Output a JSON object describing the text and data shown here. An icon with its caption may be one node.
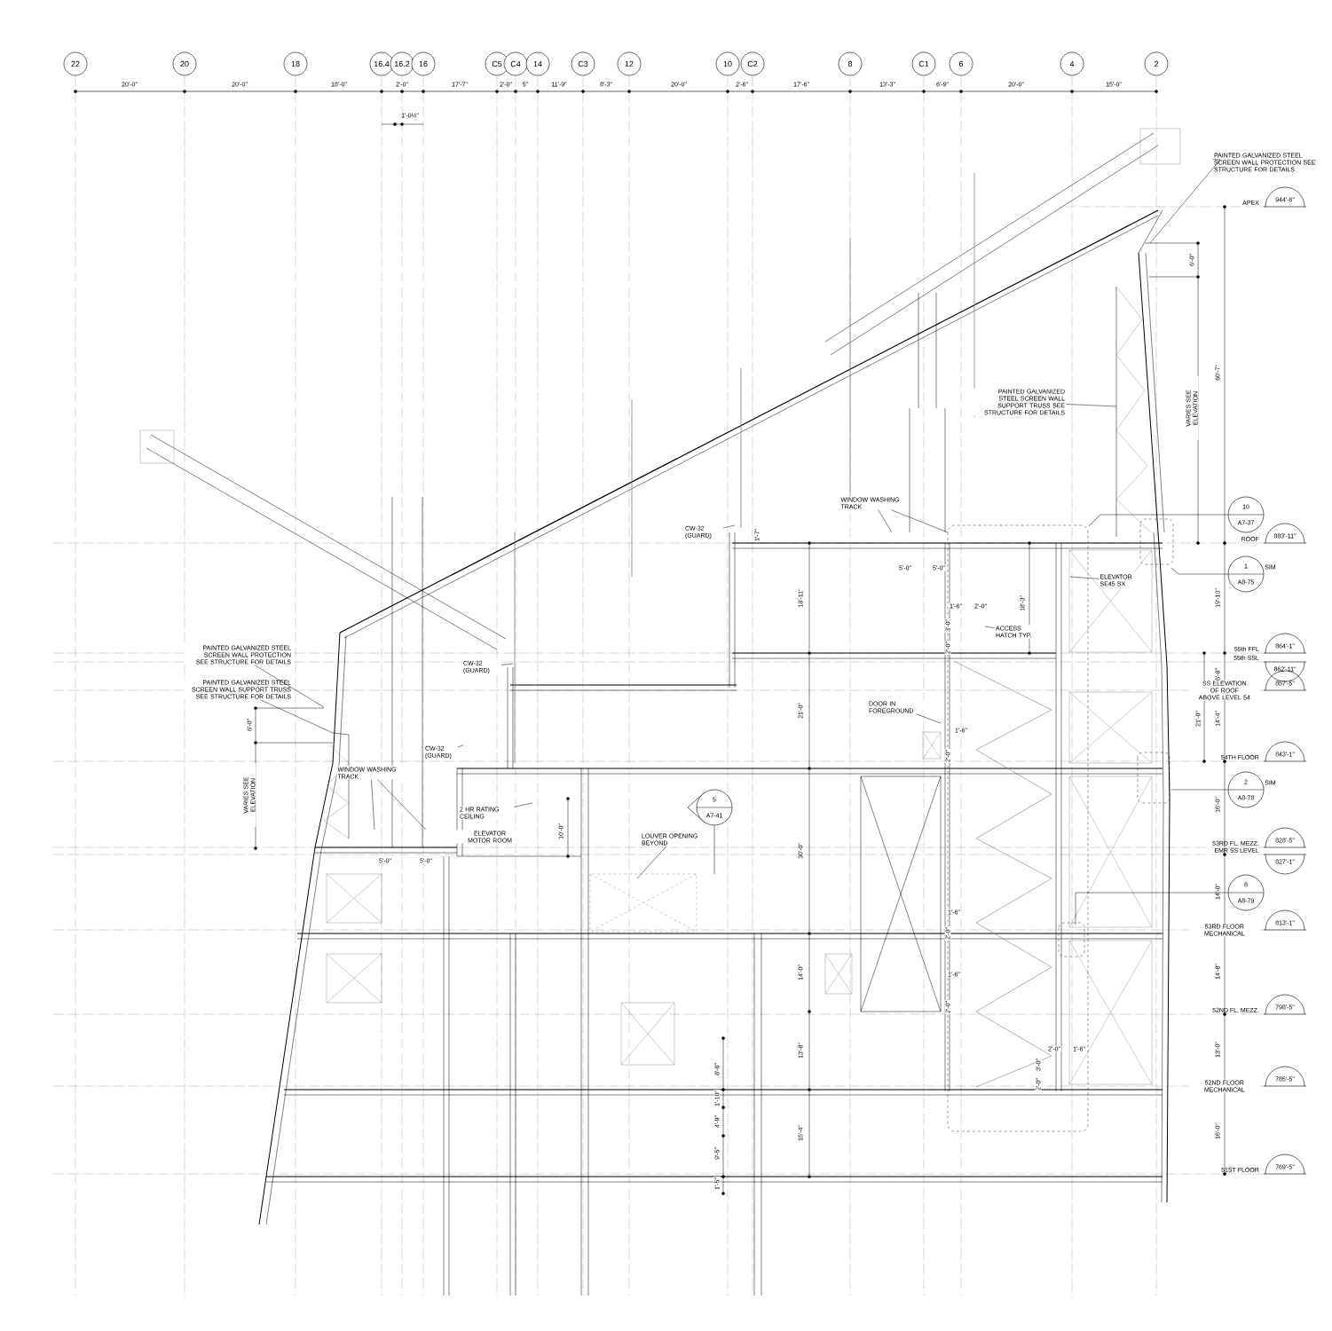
{
  "diagram": {
    "nodes": [
      {
        "text": [
          "22"
        ]
      },
      {
        "text": [
          "20"
        ]
      },
      {
        "text": [
          "18"
        ]
      },
      {
        "text": [
          "16.4"
        ]
      },
      {
        "text": [
          "16.2"
        ]
      },
      {
        "text": [
          "16"
        ]
      },
      {
        "text": [
          "C5"
        ]
      },
      {
        "text": [
          "C4"
        ]
      },
      {
        "text": [
          "14"
        ]
      },
      {
        "text": [
          "C3"
        ]
      },
      {
        "text": [
          "12"
        ]
      },
      {
        "text": [
          "10"
        ]
      },
      {
        "text": [
          "C2"
        ]
      },
      {
        "text": [
          "8"
        ]
      },
      {
        "text": [
          "C1"
        ]
      },
      {
        "text": [
          "6"
        ]
      },
      {
        "text": [
          "4"
        ]
      },
      {
        "text": [
          "2"
        ]
      },
      {
        "text": [
          "944'-6\""
        ],
        "beside": [
          "APEX"
        ]
      },
      {
        "text": [
          "883'-11\""
        ],
        "beside": [
          "ROOF"
        ]
      },
      {
        "text": [
          "864'-1\""
        ],
        "beside": [
          "55th FFL"
        ]
      },
      {
        "text": [
          "862'-11\""
        ],
        "beside": [
          "55th SSL"
        ]
      },
      {
        "text": [
          "857'-5\""
        ],
        "beside": [
          "SS ELEVATION OF ROOF ABOVE LEVEL 54"
        ]
      },
      {
        "text": [
          "843'-1\""
        ],
        "beside": [
          "54TH FLOOR"
        ]
      },
      {
        "text": [
          "828'-5\""
        ],
        "beside": [
          "53RD FL. MEZZ."
        ]
      },
      {
        "text": [
          "827'-1\""
        ],
        "beside": [
          "EMR SS LEVEL"
        ]
      },
      {
        "text": [
          "813'-1\""
        ],
        "beside": [
          "53RD FLOOR MECHANICAL"
        ]
      },
      {
        "text": [
          "798'-5\""
        ],
        "beside": [
          "52ND FL. MEZZ."
        ]
      },
      {
        "text": [
          "785'-5\""
        ],
        "beside": [
          "52ND FLOOR MECHANICAL"
        ]
      },
      {
        "text": [
          "769'-5\""
        ],
        "beside": [
          "51ST FLOOR"
        ]
      },
      {
        "text": [
          "10",
          "A7-37"
        ]
      },
      {
        "text": [
          "1",
          "A8-75"
        ],
        "beside": [
          "SIM"
        ]
      },
      {
        "text": [
          "2",
          "A8-78"
        ],
        "beside": [
          "SIM"
        ]
      },
      {
        "text": [
          "8",
          "A8-79"
        ]
      },
      {
        "text": [
          "5",
          "A7-41"
        ]
      },
      {
        "text": [
          "PAINTED GALVANIZED STEEL SCREEN WALL PROTECTION SEE STRUCTURE FOR DETAILS"
        ]
      },
      {
        "text": [
          "PAINTED GALVANIZED STEEL SCREEN WALL SUPPORT TRUSS SEE STRUCTURE FOR DETAILS"
        ]
      },
      {
        "text": [
          "PAINTED GALVANIZED STEEL SCREEN WALL PROTECTION SEE STRUCTURE FOR DETAILS"
        ]
      },
      {
        "text": [
          "PAINTED GALVANIZED STEEL SCREEN WALL SUPPORT TRUSS SEE STRUCTURE FOR DETAILS"
        ]
      },
      {
        "text": [
          "WINDOW WASHING TRACK"
        ]
      },
      {
        "text": [
          "WINDOW WASHING TRACK"
        ]
      },
      {
        "text": [
          "CW-32 (GUARD)"
        ]
      },
      {
        "text": [
          "CW-32 (GUARD)"
        ]
      },
      {
        "text": [
          "CW-32 (GUARD)"
        ]
      },
      {
        "text": [
          "ELEVATOR SE45 SX"
        ]
      },
      {
        "text": [
          "ACCESS HATCH TYP."
        ]
      },
      {
        "text": [
          "DOOR IN FOREGROUND"
        ]
      },
      {
        "text": [
          "2 HR RATING CEILING"
        ]
      },
      {
        "text": [
          "LOUVER OPENING BEYOND"
        ]
      }
    ],
    "edges": [
      {
        "from": 30,
        "to": null,
        "arrow": "none"
      },
      {
        "from": 31,
        "to": null,
        "arrow": "none"
      },
      {
        "from": 32,
        "to": null,
        "arrow": "none"
      },
      {
        "from": 33,
        "to": null,
        "arrow": "none"
      },
      {
        "from": 34,
        "to": null,
        "arrow": "none"
      },
      {
        "from": 35,
        "to": null,
        "arrow": "none"
      },
      {
        "from": 36,
        "to": null,
        "arrow": "none"
      },
      {
        "from": 37,
        "to": null,
        "arrow": "none"
      },
      {
        "from": 38,
        "to": null,
        "arrow": "none"
      },
      {
        "from": 39,
        "to": null,
        "arrow": "none"
      },
      {
        "from": 39,
        "to": null,
        "arrow": "none"
      },
      {
        "from": 40,
        "to": null,
        "arrow": "none"
      },
      {
        "from": 40,
        "to": null,
        "arrow": "none"
      },
      {
        "from": 41,
        "to": null,
        "arrow": "none"
      },
      {
        "from": 42,
        "to": null,
        "arrow": "none"
      },
      {
        "from": 43,
        "to": null,
        "arrow": "none"
      },
      {
        "from": 44,
        "to": null,
        "arrow": "none"
      },
      {
        "from": 45,
        "to": null,
        "arrow": "none"
      },
      {
        "from": 46,
        "to": null,
        "arrow": "none"
      },
      {
        "from": 47,
        "to": null,
        "arrow": "none"
      },
      {
        "from": 48,
        "to": null,
        "arrow": "none"
      }
    ],
    "labels": [
      "20'-0\"",
      "20'-0\"",
      "18'-0\"",
      "2'-0\"",
      "17'-7\"",
      "2'-0\"",
      "5\"",
      "11'-9\"",
      "8'-3\"",
      "20'-0\"",
      "2'-6\"",
      "17'-6\"",
      "13'-3\"",
      "6'-9\"",
      "20'-0\"",
      "15'-0\"",
      "1'-0½\"",
      "6'-0\"",
      "VARIES SEE ELEVATION",
      "60'-7\"",
      "1'-7\"",
      "5'-0\"",
      "5'-0\"",
      "18'-11\"",
      "18'-3\"",
      "19'-10\"",
      "1'-6\"",
      "2'-0\"",
      "3'-0\"",
      "2'-0\"",
      "6'-8\"",
      "6'-0\"",
      "21'-0\"",
      "21'-0\"",
      "14'-4\"",
      "1'-6\"",
      "2'-0\"",
      "VARIES SEE ELEVATION",
      "16'-0\"",
      "ELEVATOR MOTOR ROOM",
      "10'-0\"",
      "5'-0\"",
      "5'-0\"",
      "30'-0\"",
      "14'-0\"",
      "1'-6\"",
      "2'-0\"",
      "1'-6\"",
      "14'-0\"",
      "14'-8\"",
      "2'-0\"",
      "13'-0\"",
      "2'-0\"",
      "1'-6\"",
      "3'-0\"",
      "2'-0\"",
      "13'-8\"",
      "8'-8\"",
      "1'-10\"",
      "4'-9\"",
      "15'-4\"",
      "16'-0\"",
      "9'-5\"",
      "1'-5\""
    ]
  }
}
